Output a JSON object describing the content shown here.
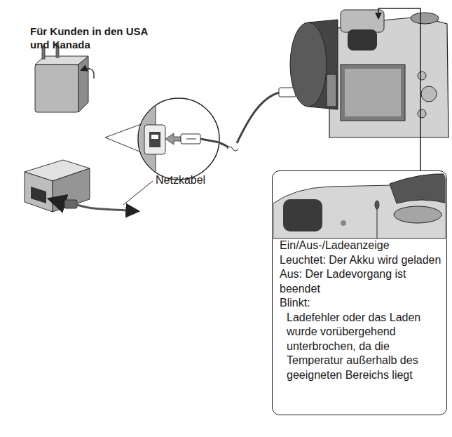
{
  "diagram": {
    "nodes": [
      {
        "text": [
          "Ein/Aus-/Ladeanzeige",
          "Leuchtet: Der Akku wird geladen",
          "Aus: Der Ladevorgang ist beendet",
          "Blinkt:",
          "Ladefehler oder das Laden wurde vorübergehend unterbrochen, da die Temperatur außerhalb des geeigneten Bereichs liegt"
        ]
      }
    ],
    "labels": [
      "Für Kunden in den USA und Kanada",
      "Netzkabel"
    ]
  }
}
